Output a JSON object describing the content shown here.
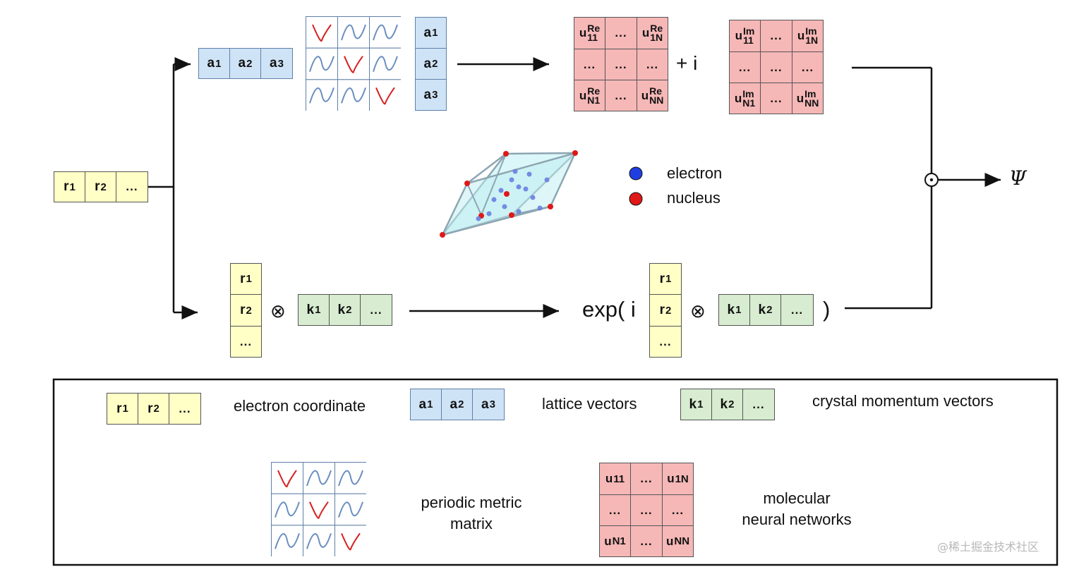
{
  "electron_coords": {
    "r1": "r",
    "r1_sub": "1",
    "r2": "r",
    "r2_sub": "2",
    "more": "..."
  },
  "lattice": {
    "a1": "a",
    "a1_sub": "1",
    "a2": "a",
    "a2_sub": "2",
    "a3": "a",
    "a3_sub": "3"
  },
  "momentum": {
    "k1": "k",
    "k1_sub": "1",
    "k2": "k",
    "k2_sub": "2",
    "more": "..."
  },
  "matrix_re": {
    "u11": "u",
    "u11_sup": "Re",
    "u11_sub": "11",
    "u1N": "u",
    "u1N_sup": "Re",
    "u1N_sub": "1N",
    "uN1": "u",
    "uN1_sup": "Re",
    "uN1_sub": "N1",
    "uNN": "u",
    "uNN_sup": "Re",
    "uNN_sub": "NN",
    "dots": "..."
  },
  "matrix_im": {
    "u11": "u",
    "u11_sup": "Im",
    "u11_sub": "11",
    "u1N": "u",
    "u1N_sup": "Im",
    "u1N_sub": "1N",
    "uN1": "u",
    "uN1_sup": "Im",
    "uN1_sub": "N1",
    "uNN": "u",
    "uNN_sup": "Im",
    "uNN_sub": "NN",
    "dots": "..."
  },
  "operators": {
    "plus_i": "+  i",
    "tensor": "⊗",
    "exp_open": "exp( i",
    "exp_close": ")",
    "psi": "Ψ",
    "hadamard": "⊙"
  },
  "crystal_legend": {
    "electron": "electron",
    "nucleus": "nucleus",
    "electron_color": "#1f3fe0",
    "nucleus_color": "#e01818"
  },
  "legend": {
    "electron_coordinate": "electron coordinate",
    "lattice_vectors": "lattice vectors",
    "crystal_momentum_vectors": "crystal momentum vectors",
    "periodic_metric_matrix_line1": "periodic metric",
    "periodic_metric_matrix_line2": "matrix",
    "molecular_nn_line1": "molecular",
    "molecular_nn_line2": "neural networks",
    "u11": "u",
    "u11_sub": "11",
    "u1N": "u",
    "u1N_sub": "1N",
    "uN1": "u",
    "uN1_sub": "N1",
    "uNN": "u",
    "uNN_sub": "NN",
    "dots": "..."
  },
  "watermark": "@稀土掘金技术社区",
  "colors": {
    "yellow": "#ffffc6",
    "blue": "#cfe3f7",
    "green": "#d7ecd0",
    "pink": "#f6b7b7",
    "wave_red": "#d62020",
    "wave_blue": "#6a8fc0"
  }
}
